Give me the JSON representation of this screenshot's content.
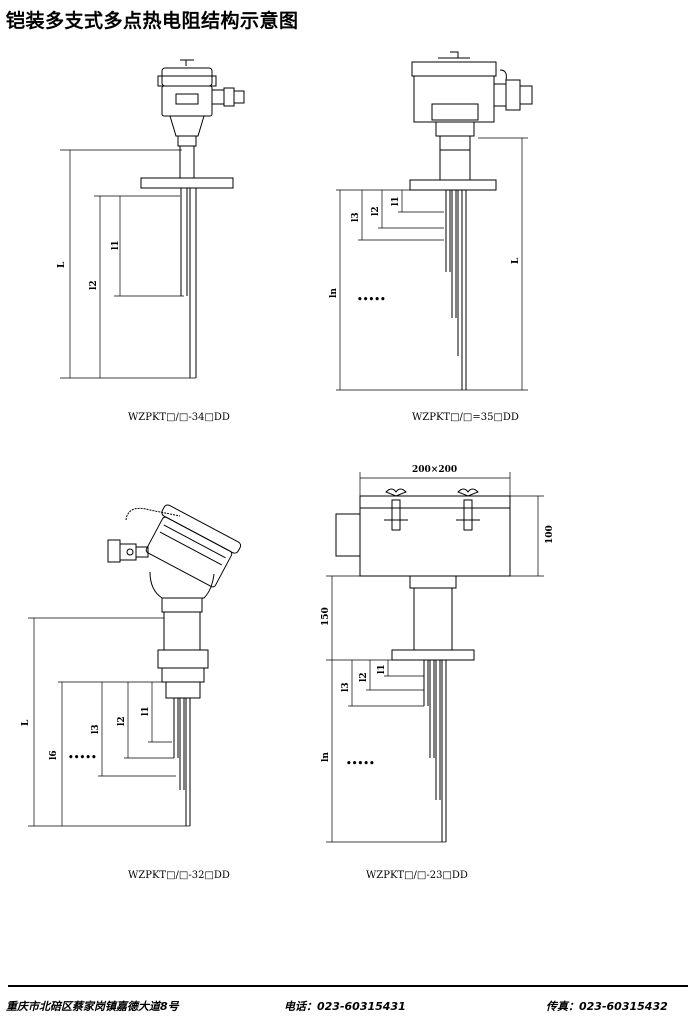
{
  "header": {
    "title": "铠装多支式多点热电阻结构示意图"
  },
  "figures": {
    "fig1": {
      "caption": "WZPKT□/□-34□DD",
      "dim_L": "L",
      "dim_l2": "l2",
      "dim_l1": "l1"
    },
    "fig2": {
      "caption": "WZPKT□/□=35□DD",
      "dim_l3": "l3",
      "dim_l2": "l2",
      "dim_l1": "l1",
      "dim_L": "L",
      "dim_ln": "ln",
      "ellipsis": "•••••"
    },
    "fig3": {
      "caption": "WZPKT□/□-32□DD",
      "dim_L": "L",
      "dim_l6": "l6",
      "dim_l3": "l3",
      "dim_l2": "l2",
      "dim_l1": "l1",
      "ellipsis": "•••••"
    },
    "fig4": {
      "caption": "WZPKT□/□-23□DD",
      "dim_box": "200×200",
      "dim_100": "100",
      "dim_150": "150",
      "dim_l3": "l3",
      "dim_l2": "l2",
      "dim_l1": "l1",
      "dim_ln": "ln",
      "ellipsis": "•••••"
    }
  },
  "footer": {
    "address": "重庆市北碚区蔡家岗镇嘉德大道8号",
    "phone": "电话：023-60315431",
    "fax": "传真：023-60315432"
  }
}
